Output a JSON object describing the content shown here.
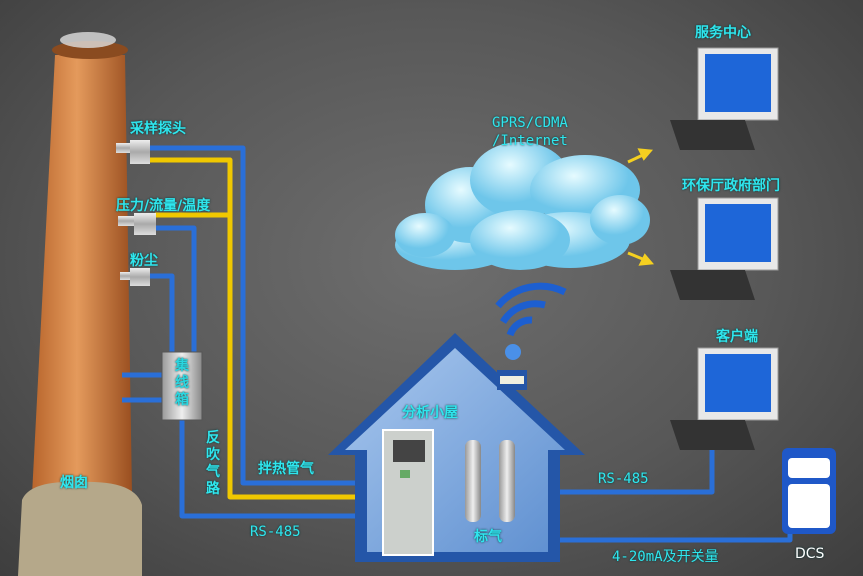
{
  "labels": {
    "service_center": "服务中心",
    "network": "GPRS/CDMA\n/Internet",
    "network_line1": "GPRS/CDMA",
    "network_line2": "/Internet",
    "epa_gov": "环保厅政府部门",
    "client": "客户端",
    "sampling_probe": "采样探头",
    "pressure_flow_temp": "压力/流量/温度",
    "dust": "粉尘",
    "junction_box": "集线箱",
    "blowback_line": "反吹气路",
    "heated_line": "拌热管气",
    "rs485_left": "RS-485",
    "rs485_right": "RS-485",
    "analysis_house": "分析小屋",
    "calibration_gas": "标气",
    "chimney": "烟囱",
    "analog_io": "4-20mA及开关量",
    "dcs": "DCS"
  },
  "colors": {
    "label": "#2fe6ee",
    "blue_line": "#2a6fd8",
    "yellow_line": "#f0c800",
    "house": "#7fa9dd"
  }
}
